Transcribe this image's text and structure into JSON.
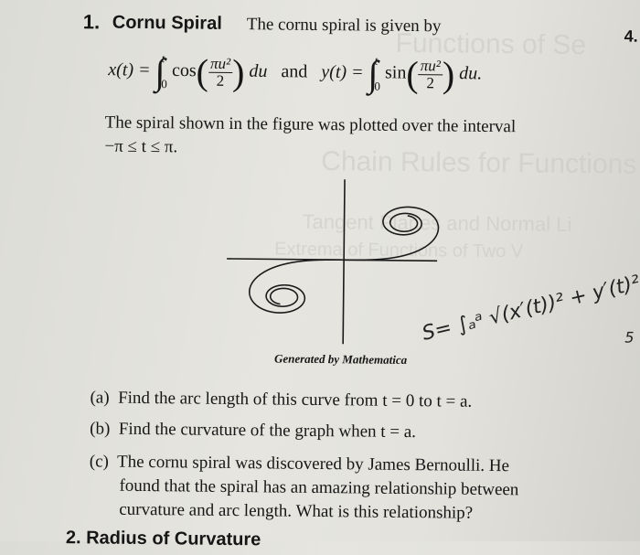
{
  "problem": {
    "number": "1.",
    "title": "Cornu Spiral",
    "intro": "The cornu spiral is given by",
    "right_number": "4."
  },
  "equation": {
    "x_lhs": "x(t) =",
    "y_lhs": "y(t) =",
    "integral_upper": "t",
    "integral_lower": "0",
    "cos": "cos",
    "sin": "sin",
    "frac_num": "πu²",
    "frac_den": "2",
    "du": "du",
    "du_end": "du.",
    "and": "and"
  },
  "description": {
    "line1": "The spiral shown in the figure was plotted over the interval",
    "line2": "−π ≤ t ≤ π."
  },
  "figure": {
    "caption": "Generated by Mathematica"
  },
  "handwriting": {
    "formula": "S= ∫ₐᵃ √(x′(t))² + y′(t)²",
    "margin_mark": "5"
  },
  "parts": [
    {
      "label": "(a)",
      "text": "Find the arc length of this curve from t = 0 to t = a."
    },
    {
      "label": "(b)",
      "text": "Find the curvature of the graph when t = a."
    },
    {
      "label": "(c)",
      "line1": "The cornu spiral was discovered by James Bernoulli. He",
      "line2": "found that the spiral has an amazing relationship between",
      "line3": "curvature and arc length. What is this relationship?"
    }
  ],
  "footer_fragment": "2. Radius of Curvature"
}
